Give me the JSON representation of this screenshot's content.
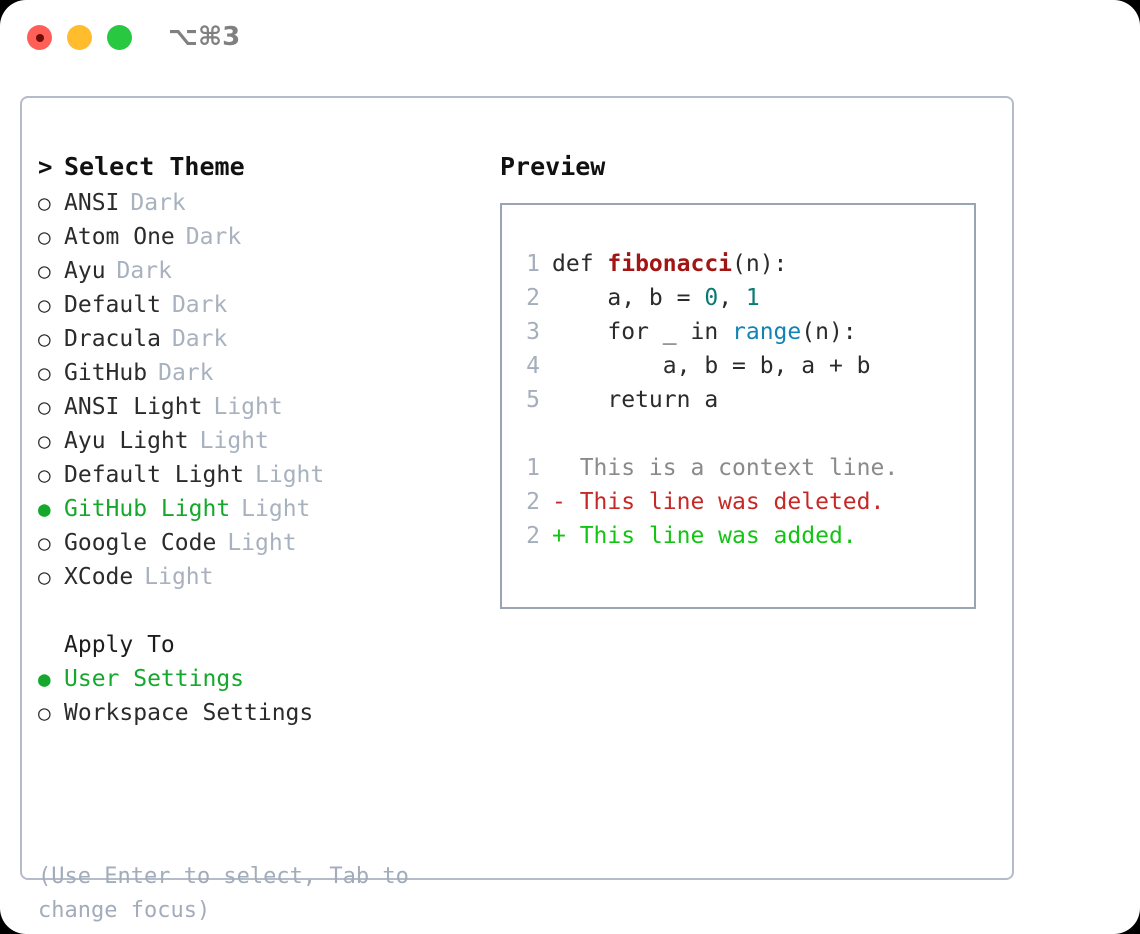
{
  "titlebar": {
    "shortcut": "⌥⌘3",
    "lights": [
      {
        "name": "close",
        "color": "#ff5f57"
      },
      {
        "name": "minimize",
        "color": "#ffbd2e"
      },
      {
        "name": "maximize",
        "color": "#28c840"
      }
    ]
  },
  "theme_picker": {
    "heading": "Select Theme",
    "heading_prefix": ">",
    "marker_unselected": "○",
    "marker_selected": "●",
    "items": [
      {
        "name": "ANSI",
        "tag": "Dark",
        "selected": false
      },
      {
        "name": "Atom One",
        "tag": "Dark",
        "selected": false
      },
      {
        "name": "Ayu",
        "tag": "Dark",
        "selected": false
      },
      {
        "name": "Default",
        "tag": "Dark",
        "selected": false
      },
      {
        "name": "Dracula",
        "tag": "Dark",
        "selected": false
      },
      {
        "name": "GitHub",
        "tag": "Dark",
        "selected": false
      },
      {
        "name": "ANSI Light",
        "tag": "Light",
        "selected": false
      },
      {
        "name": "Ayu Light",
        "tag": "Light",
        "selected": false
      },
      {
        "name": "Default Light",
        "tag": "Light",
        "selected": false
      },
      {
        "name": "GitHub Light",
        "tag": "Light",
        "selected": true
      },
      {
        "name": "Google Code",
        "tag": "Light",
        "selected": false
      },
      {
        "name": "XCode",
        "tag": "Light",
        "selected": false
      }
    ]
  },
  "apply_to": {
    "heading": "Apply To",
    "options": [
      {
        "name": "User Settings",
        "selected": true
      },
      {
        "name": "Workspace Settings",
        "selected": false
      }
    ]
  },
  "hint": "(Use Enter to select, Tab to change focus)",
  "preview": {
    "title": "Preview",
    "code_lines": [
      {
        "no": "1",
        "segments": [
          {
            "t": "def ",
            "k": "plain"
          },
          {
            "t": "fibonacci",
            "k": "fn"
          },
          {
            "t": "(n):",
            "k": "plain"
          }
        ]
      },
      {
        "no": "2",
        "segments": [
          {
            "t": "    a, b = ",
            "k": "plain"
          },
          {
            "t": "0",
            "k": "num"
          },
          {
            "t": ", ",
            "k": "plain"
          },
          {
            "t": "1",
            "k": "num"
          }
        ]
      },
      {
        "no": "3",
        "segments": [
          {
            "t": "    for _ in ",
            "k": "plain"
          },
          {
            "t": "range",
            "k": "call"
          },
          {
            "t": "(n):",
            "k": "plain"
          }
        ]
      },
      {
        "no": "4",
        "segments": [
          {
            "t": "        a, b = b, a + b",
            "k": "plain"
          }
        ]
      },
      {
        "no": "5",
        "segments": [
          {
            "t": "    return a",
            "k": "plain"
          }
        ]
      }
    ],
    "diff_lines": [
      {
        "no": "1",
        "sign": " ",
        "text": "This is a context line.",
        "kind": "context"
      },
      {
        "no": "2",
        "sign": "-",
        "text": "This line was deleted.",
        "kind": "deleted"
      },
      {
        "no": "2",
        "sign": "+",
        "text": "This line was added.",
        "kind": "added"
      }
    ]
  },
  "colors": {
    "accent_green": "#16a82c",
    "diff_added": "#14c414",
    "diff_deleted": "#c62828",
    "diff_context": "#8a8a8a",
    "tag_muted": "#a8b2bf",
    "line_number": "#a5aebb",
    "border": "#b4bcc9",
    "preview_border": "#9aa5b4",
    "syntax_function": "#a31515",
    "syntax_number": "#0b7a75",
    "syntax_call": "#1283b3"
  }
}
